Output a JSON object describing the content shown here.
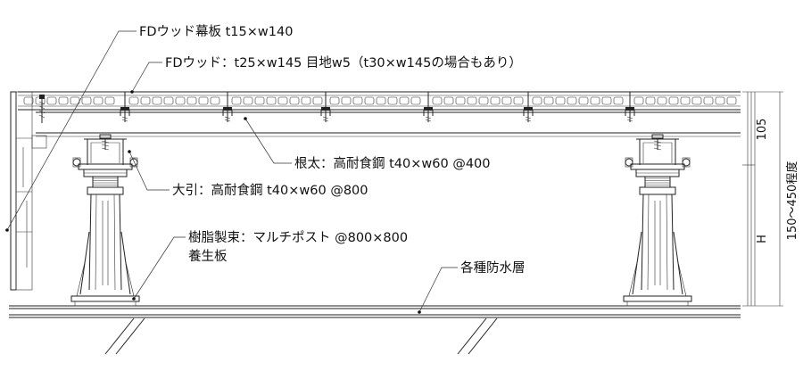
{
  "labels": {
    "fascia": "FDウッド幕板 t15×w140",
    "deck": "FDウッド：t25×w145 目地w5（t30×w145の場合もあり）",
    "joist": "根太：高耐食鋼 t40×w60 @400",
    "beam": "大引：高耐食鋼 t40×w60 @800",
    "post": "樹脂製束：マルチポスト @800×800",
    "pad": "養生板",
    "waterproof": "各種防水層"
  },
  "dimensions": {
    "deck_joist": "105",
    "post_height": "H",
    "total": "150～450程度"
  }
}
